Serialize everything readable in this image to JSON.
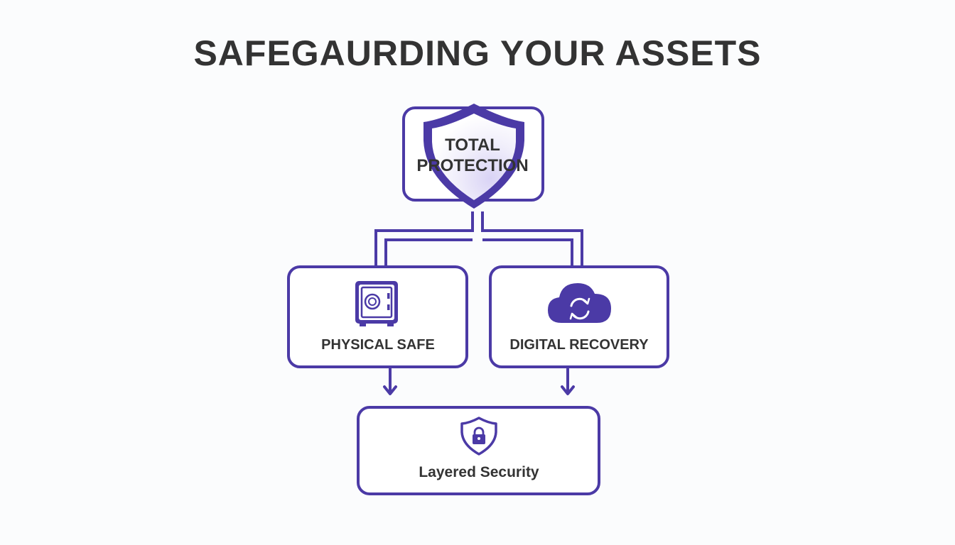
{
  "title": "SAFEGAURDING YOUR ASSETS",
  "colors": {
    "accent": "#4b3aa6",
    "text": "#333333",
    "background": "#fbfcfd"
  },
  "nodes": {
    "top": {
      "line1": "TOTAL",
      "line2": "PROTECTION",
      "icon": "shield-icon"
    },
    "left": {
      "label": "PHYSICAL SAFE",
      "icon": "safe-icon"
    },
    "right": {
      "label": "DIGITAL RECOVERY",
      "icon": "cloud-sync-icon"
    },
    "bottom": {
      "label": "Layered Security",
      "icon": "shield-lock-icon"
    }
  }
}
